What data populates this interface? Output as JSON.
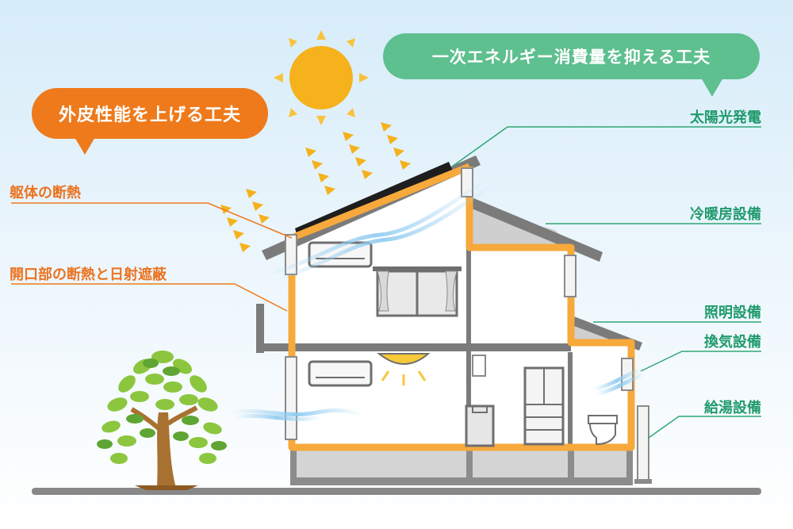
{
  "exterior": {
    "heading": "外皮性能を上げる工夫",
    "items": [
      "躯体の断熱",
      "開口部の断熱と日射遮蔽"
    ]
  },
  "energy": {
    "heading": "一次エネルギー消費量を抑える工夫",
    "items": [
      "太陽光発電",
      "冷暖房設備",
      "照明設備",
      "換気設備",
      "給湯設備"
    ]
  },
  "colors": {
    "orange": "#ee7a1c",
    "green": "#5ebf8f",
    "green_text": "#1f9a6c",
    "wall": "#f7a93b",
    "frame": "#7b7b7b",
    "sun": "#f5b21d"
  },
  "icons": [
    "sun-icon",
    "tree-icon",
    "solar-panel-icon",
    "air-conditioner-icon",
    "ceiling-light-icon",
    "window-icon",
    "refrigerator-icon",
    "toilet-icon",
    "water-heater-icon",
    "ventilation-fan-icon"
  ]
}
